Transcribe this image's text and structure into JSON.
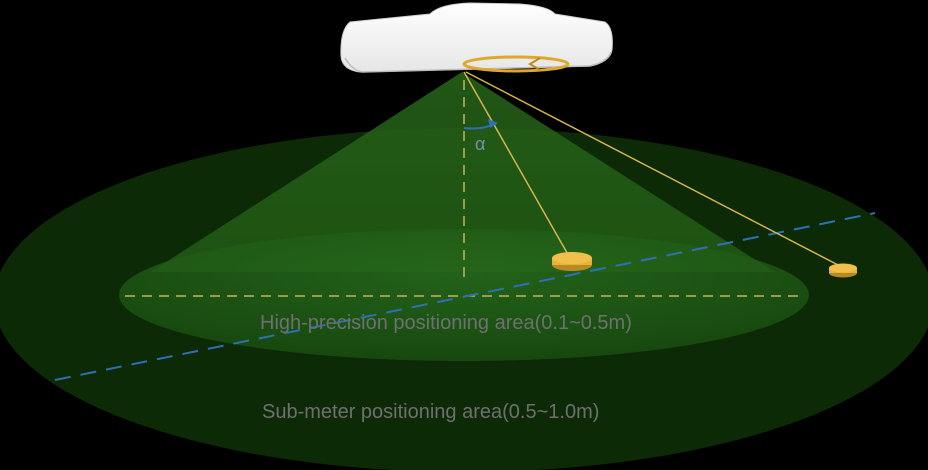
{
  "labels": {
    "high_precision_area": "High-precision positioning area(0.1~0.5m)",
    "sub_meter_area": "Sub-meter positioning area(0.5~1.0m)",
    "angle": "α"
  },
  "colors": {
    "background": "#000000",
    "outer_area": "#0c2a06",
    "inner_area": "#1d5512",
    "beam_cone": "#1f5a14",
    "anchor_body": "#ffffff",
    "tag": "#e8b23a",
    "signal_line": "#d9b44a",
    "reference_dashes": "#c9b25a",
    "track_line": "#2f6fb4",
    "label_text": "#6f6f6f"
  }
}
